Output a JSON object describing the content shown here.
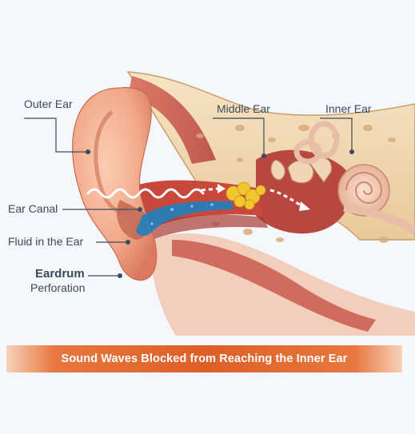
{
  "labels": {
    "outer_ear": "Outer Ear",
    "middle_ear": "Middle Ear",
    "inner_ear": "Inner Ear",
    "ear_canal": "Ear Canal",
    "fluid": "Fluid in the Ear",
    "eardrum_line1": "Eardrum",
    "eardrum_line2": "Perforation"
  },
  "banner": {
    "text": "Sound Waves Blocked from Reaching the Inner Ear"
  },
  "colors": {
    "background": "#f4f8fc",
    "skin": "#f2a98a",
    "canal": "#c8483c",
    "bone": "#f0d9b4",
    "fluid": "#1f7fbf",
    "blockage": "#f2c531",
    "cochlea": "#f3c9b3",
    "banner": "#dd5f26",
    "label_text": "#3c4a5a"
  }
}
